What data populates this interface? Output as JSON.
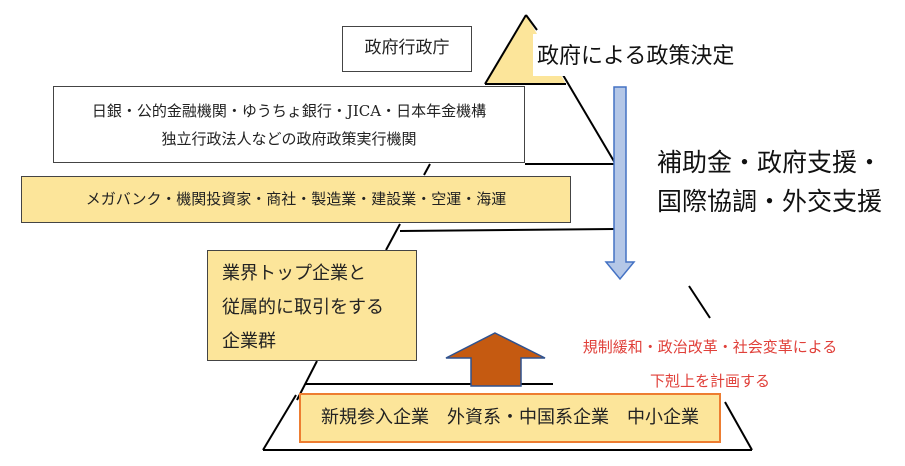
{
  "colors": {
    "tier_fill": "#fce59a",
    "arrow_down_fill": "#b4c7e7",
    "arrow_down_stroke": "#4472c4",
    "arrow_up_fill": "#c55a11",
    "arrow_up_stroke": "#2f528f",
    "red_text": "#e0403a",
    "bottom_border": "#ed7d31"
  },
  "top": {
    "label": "政府行政庁",
    "policy_title": "政府による政策決定"
  },
  "tier2": {
    "line1": "日銀・公的金融機関・ゆうちょ銀行・JICA・日本年金機構",
    "line2": "独立行政法人などの政府政策実行機関"
  },
  "tier3": {
    "label": "メガバンク・機関投資家・商社・製造業・建設業・空運・海運"
  },
  "tier4": {
    "line1": "業界トップ企業と",
    "line2": "従属的に取引をする",
    "line3": "企業群"
  },
  "support": {
    "line1": "補助金・政府支援・",
    "line2": "国際協調・外交支援"
  },
  "reform": {
    "line1": "規制緩和・政治改革・社会変革による",
    "line2": "下剋上を計画する"
  },
  "bottom": {
    "label": "新規参入企業　外資系・中国系企業　中小企業"
  }
}
